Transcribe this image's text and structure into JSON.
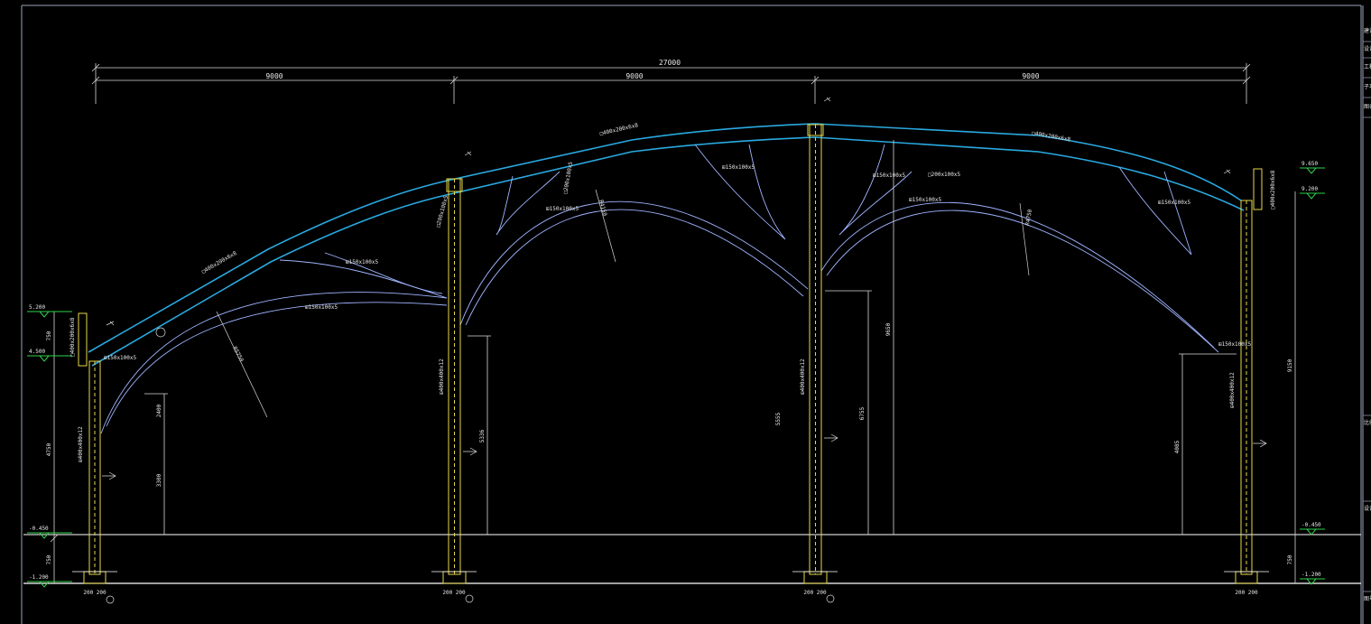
{
  "dimensions": {
    "overall": "27000",
    "span_left": "9000",
    "span_mid": "9000",
    "span_right": "9000"
  },
  "elevations": {
    "left_top": "5.200",
    "left_mid": "4.500",
    "right_top": "9.650",
    "right_mid": "9.200",
    "ground_left": "-0.450",
    "ground_right": "-0.450",
    "base_left": "-1.200",
    "base_right": "-1.200"
  },
  "members": {
    "rafter_1": "□400x200x6x8",
    "rafter_2": "□400x200x6x8",
    "rafter_3": "□400x200x6x8",
    "column_1": "⊞400x400x12",
    "column_2": "⊞400x400x12",
    "column_3": "⊞400x400x12",
    "column_4": "⊞400x400x12",
    "short_col_left": "□400x200x6x8",
    "short_col_right": "□400x200x6x8",
    "brace_1": "⊞150x100x5",
    "brace_2": "⊞150x100x5",
    "brace_3": "⊞150x100x5",
    "brace_4": "⊞150x100x5",
    "brace_5": "⊞150x100x5",
    "brace_6": "⊞150x100x5",
    "brace_7": "⊞150x100x5",
    "brace_8": "⊞150x100x5",
    "brace_9": "⊞150x100x5",
    "arch_1": "□200x100x5",
    "arch_2": "□200x100x5",
    "arch_3": "□200x100x5",
    "r1": "R5750",
    "r2": "R4150",
    "r3": "R4750"
  },
  "vertical_dims": {
    "d1": "750",
    "d2": "4750",
    "d3": "2400",
    "d4": "3300",
    "d5": "5336",
    "d6": "5555",
    "d7": "6755",
    "d8": "9650",
    "d9": "4085",
    "d10": "9150",
    "d11": "750",
    "d12": "750"
  },
  "base_labels": {
    "left": "200 200",
    "c2": "200 200",
    "c3": "200 200",
    "right": "200 200"
  },
  "title_block": [
    "建设单位",
    "设计单位",
    "工程名称",
    "子项名称",
    "图名",
    "比例",
    "设计阶段",
    "图号"
  ],
  "colors": {
    "background": "#000000",
    "rafter": "#29a9e0",
    "column": "#e6d84a",
    "steel": "#9fb4ff",
    "line": "#d8d8d8",
    "ground": "#ffffff",
    "elevation": "#2fd24a"
  }
}
